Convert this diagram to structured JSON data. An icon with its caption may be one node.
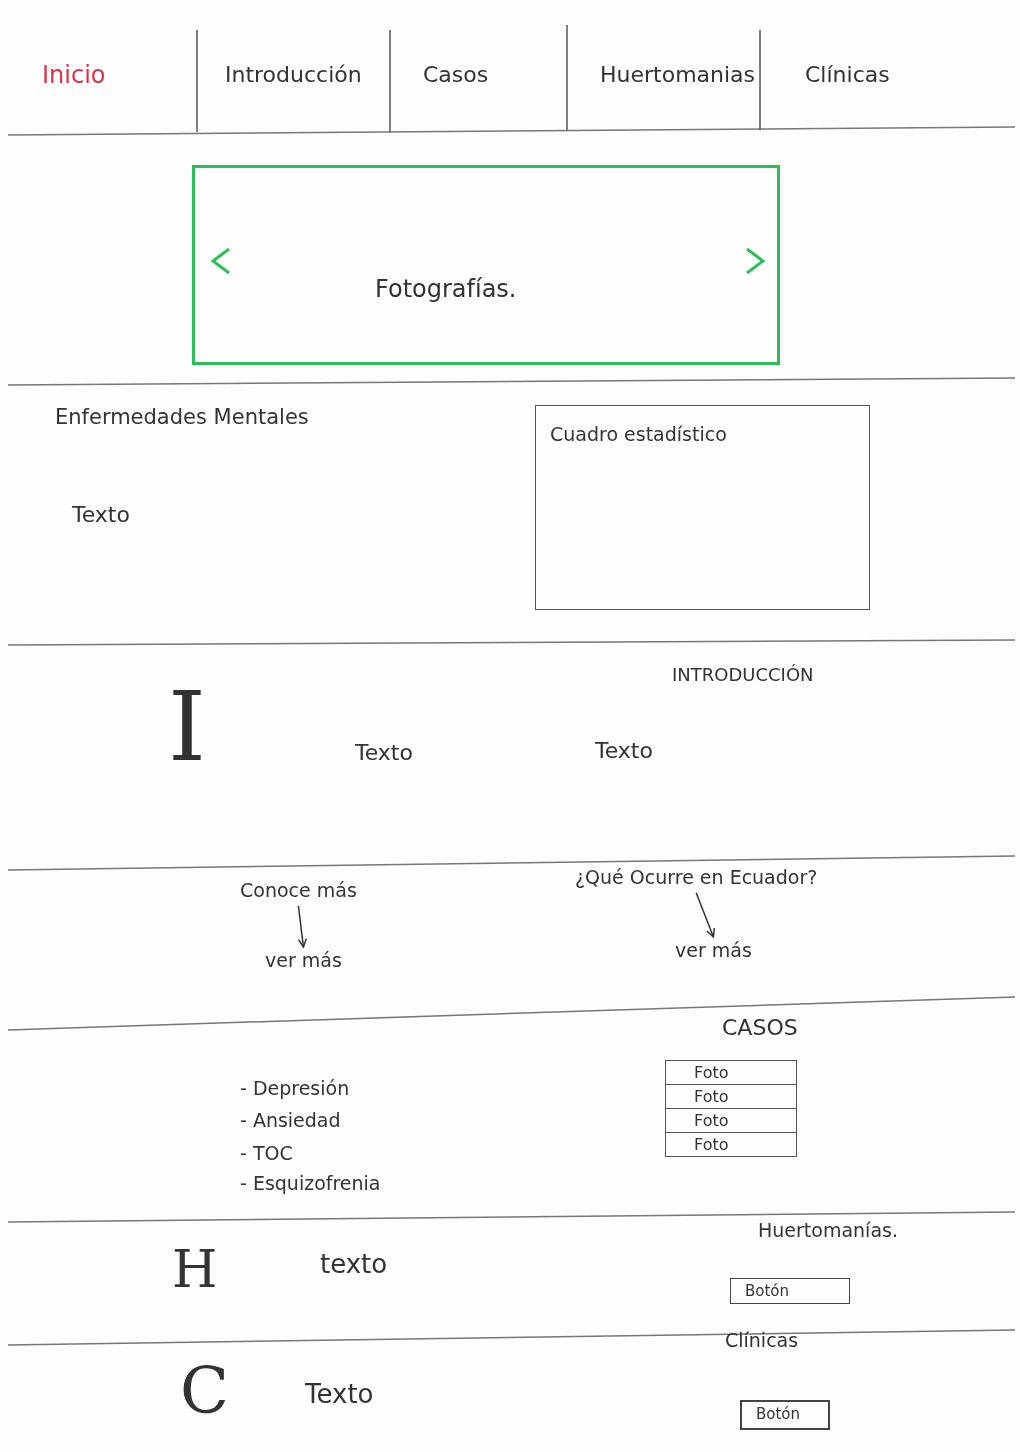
{
  "diagram": {
    "nodes": [
      {
        "text": [
          "Fotografías."
        ]
      },
      {
        "text": [
          "Cuadro estadístico"
        ]
      },
      {
        "text": [
          "Conoce más"
        ]
      },
      {
        "text": [
          "ver más"
        ]
      },
      {
        "text": [
          "¿Qué Ocurre en Ecuador?"
        ]
      },
      {
        "text": [
          "ver más"
        ]
      },
      {
        "text": [
          "Botón"
        ]
      },
      {
        "text": [
          "Botón"
        ]
      }
    ],
    "edges": [
      {
        "from": 2,
        "to": 3,
        "arrow": "to"
      },
      {
        "from": 4,
        "to": 5,
        "arrow": "to"
      }
    ],
    "labels": [
      "Inicio",
      "Introducción",
      "Casos",
      "Huertomanias",
      "Clínicas",
      "Enfermedades Mentales",
      "Texto",
      "INTRODUCCIÓN",
      "I",
      "Texto",
      "Texto",
      "CASOS",
      "- Depresión",
      "- Ansiedad",
      "- TOC",
      "- Esquizofrenia",
      "Foto",
      "Foto",
      "Foto",
      "Foto",
      "Huertomanías.",
      "H",
      "texto",
      "Clínicas",
      "C",
      "Texto"
    ]
  }
}
